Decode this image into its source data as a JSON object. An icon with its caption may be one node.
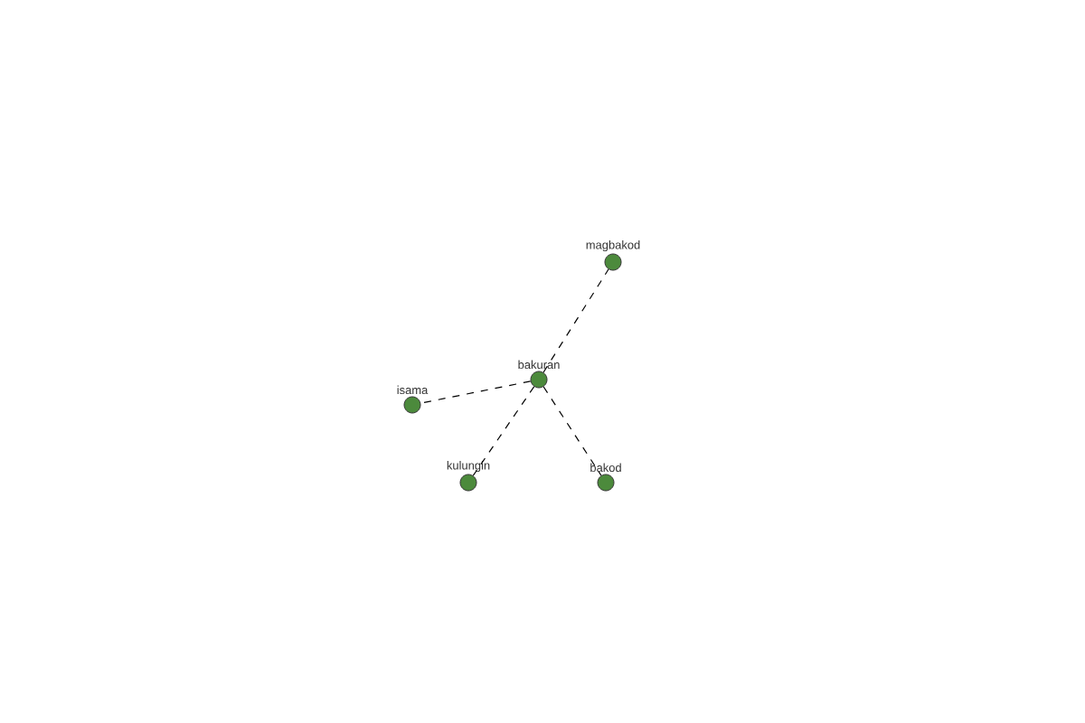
{
  "diagram": {
    "nodes": [
      {
        "text": [
          "bakuran"
        ]
      },
      {
        "text": [
          "magbakod"
        ]
      },
      {
        "text": [
          "isama"
        ]
      },
      {
        "text": [
          "kulungin"
        ]
      },
      {
        "text": [
          "bakod"
        ]
      }
    ],
    "edges": [
      {
        "from": 0,
        "to": 1,
        "arrow": "none",
        "style": "dashed"
      },
      {
        "from": 0,
        "to": 2,
        "arrow": "none",
        "style": "dashed"
      },
      {
        "from": 0,
        "to": 3,
        "arrow": "none",
        "style": "dashed"
      },
      {
        "from": 0,
        "to": 4,
        "arrow": "none",
        "style": "dashed"
      }
    ]
  }
}
